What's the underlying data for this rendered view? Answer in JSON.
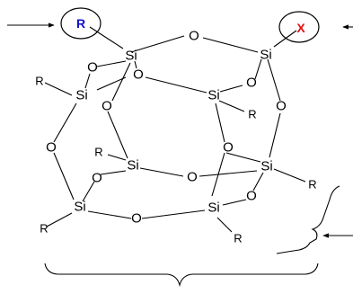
{
  "colors": {
    "highlight_r": "#1010c8",
    "highlight_x": "#e01010",
    "ink": "#000000"
  },
  "labels": {
    "si": "Si",
    "o": "O",
    "r": "R",
    "x": "X"
  },
  "highlight": {
    "left_group": "R",
    "right_group": "X"
  }
}
